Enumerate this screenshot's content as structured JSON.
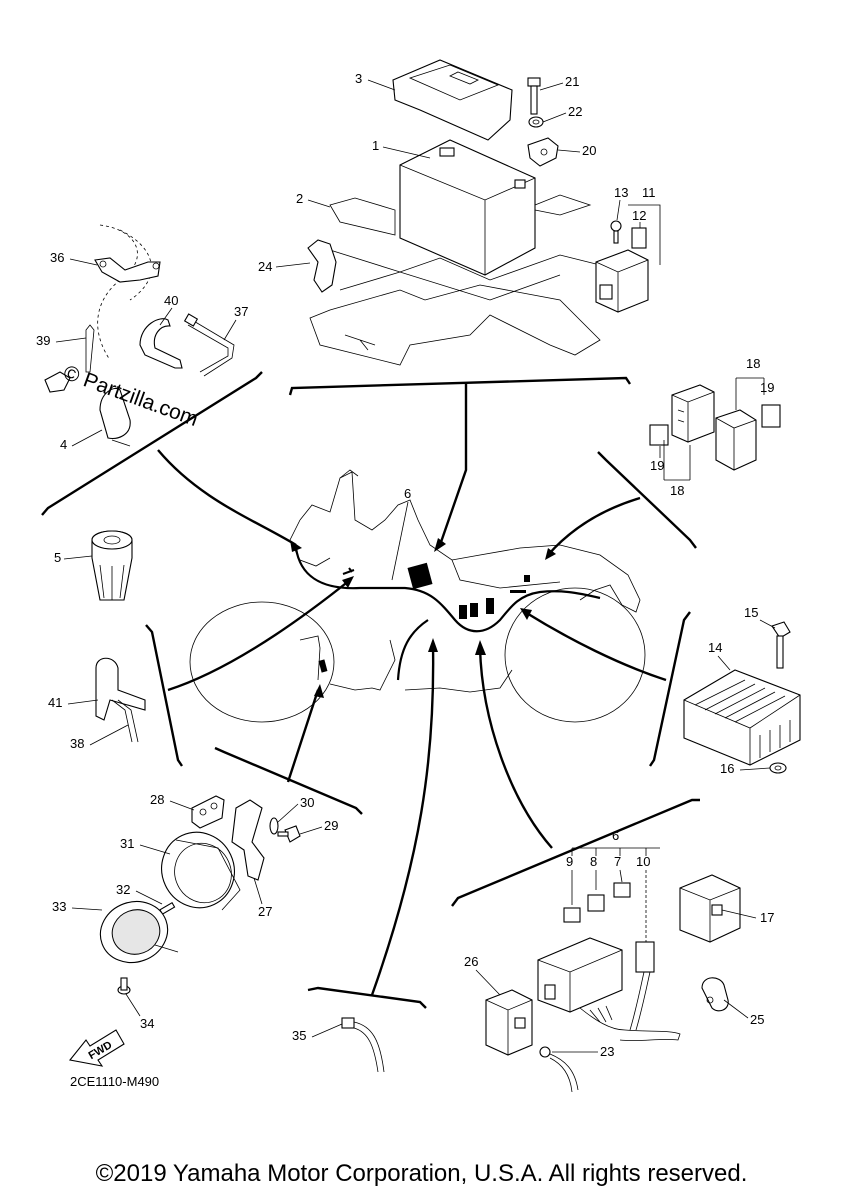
{
  "diagram": {
    "drawing_code": "2CE1110-M490",
    "fwd_label": "FWD",
    "watermark": "© Partzilla.com",
    "copyright": "©2019 Yamaha Motor Corporation, U.S.A. All rights reserved.",
    "callouts": {
      "p1": "1",
      "p2": "2",
      "p3": "3",
      "p4": "4",
      "p5": "5",
      "p6a": "6",
      "p6b": "6",
      "p7": "7",
      "p8": "8",
      "p9": "9",
      "p10": "10",
      "p11": "11",
      "p12": "12",
      "p13": "13",
      "p14": "14",
      "p15": "15",
      "p16": "16",
      "p17": "17",
      "p18a": "18",
      "p18b": "18",
      "p19a": "19",
      "p19b": "19",
      "p20": "20",
      "p21": "21",
      "p22": "22",
      "p23": "23",
      "p24": "24",
      "p25": "25",
      "p26": "26",
      "p27": "27",
      "p28": "28",
      "p29": "29",
      "p30": "30",
      "p31": "31",
      "p32": "32",
      "p33": "33",
      "p34": "34",
      "p35": "35",
      "p36": "36",
      "p37": "37",
      "p38": "38",
      "p39": "39",
      "p40": "40",
      "p41": "41"
    }
  }
}
